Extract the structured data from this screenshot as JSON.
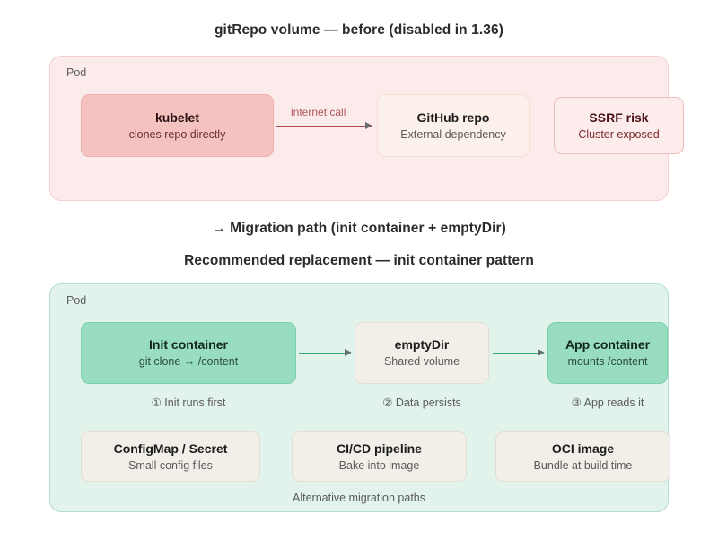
{
  "titles": {
    "before": "gitRepo volume — before (disabled in 1.36)",
    "migration": "→ Migration path (init container + emptyDir)",
    "recommended": "Recommended replacement — init container pattern"
  },
  "before_diagram": {
    "pod_label": "Pod",
    "nodes": [
      {
        "id": "kubelet",
        "title": "kubelet",
        "subtitle": "clones repo directly"
      },
      {
        "id": "github-repo",
        "title": "GitHub repo",
        "subtitle": "External dependency"
      },
      {
        "id": "ssrf-risk",
        "title": "SSRF risk",
        "subtitle": "Cluster exposed"
      }
    ],
    "arrow_label": "internet call"
  },
  "after_diagram": {
    "pod_label": "Pod",
    "flow_nodes": [
      {
        "id": "init-container",
        "title": "Init container",
        "subtitle": "git clone → /content"
      },
      {
        "id": "emptydir",
        "title": "emptyDir",
        "subtitle": "Shared volume"
      },
      {
        "id": "app-container",
        "title": "App container",
        "subtitle": "mounts /content"
      }
    ],
    "steps": [
      "① Init runs first",
      "② Data persists",
      "③ App reads it"
    ],
    "alternative_nodes": [
      {
        "id": "configmap-secret",
        "title": "ConfigMap / Secret",
        "subtitle": "Small config files"
      },
      {
        "id": "cicd-pipeline",
        "title": "CI/CD pipeline",
        "subtitle": "Bake into image"
      },
      {
        "id": "oci-image",
        "title": "OCI image",
        "subtitle": "Bundle at build time"
      }
    ],
    "alternative_caption": "Alternative migration paths"
  },
  "colors": {
    "pod_before_bg": "#fcebeb",
    "pod_before_border": "#f6cfcf",
    "pod_after_bg": "#e2f3ec",
    "pod_after_border": "#b6ded0",
    "salmon_node": "#f4c3c0",
    "green_node": "#98ddc0",
    "cream_node": "#f2efe9",
    "arrow_red": "#b4464b",
    "arrow_green": "#3fa87c",
    "risk_text": "#4a1113"
  }
}
